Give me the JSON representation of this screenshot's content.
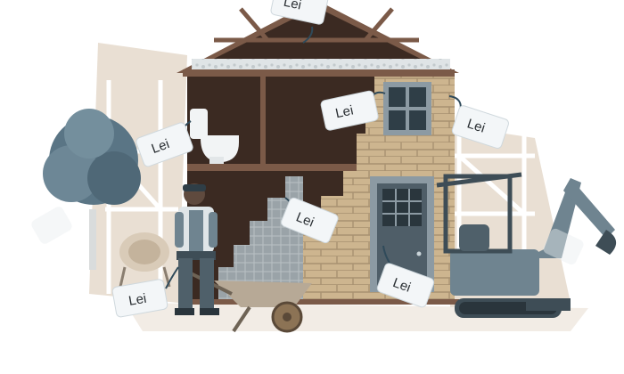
{
  "tags": {
    "roof": "Lei",
    "window": "Lei",
    "right_wall": "Lei",
    "toilet": "Lei",
    "stairs": "Lei",
    "worker": "Lei",
    "door": "Lei"
  },
  "colors": {
    "background": "#ffffff",
    "backdrop": "#e9dfd3",
    "interior_dark": "#3b2a22",
    "wood": "#7b5a48",
    "brick": "#cdb58f",
    "mortar": "#a89171",
    "steel": "#6f8490",
    "steel_dark": "#3e4d56",
    "tag_fill": "#f3f6f8",
    "tag_string": "#2f4a5a"
  }
}
